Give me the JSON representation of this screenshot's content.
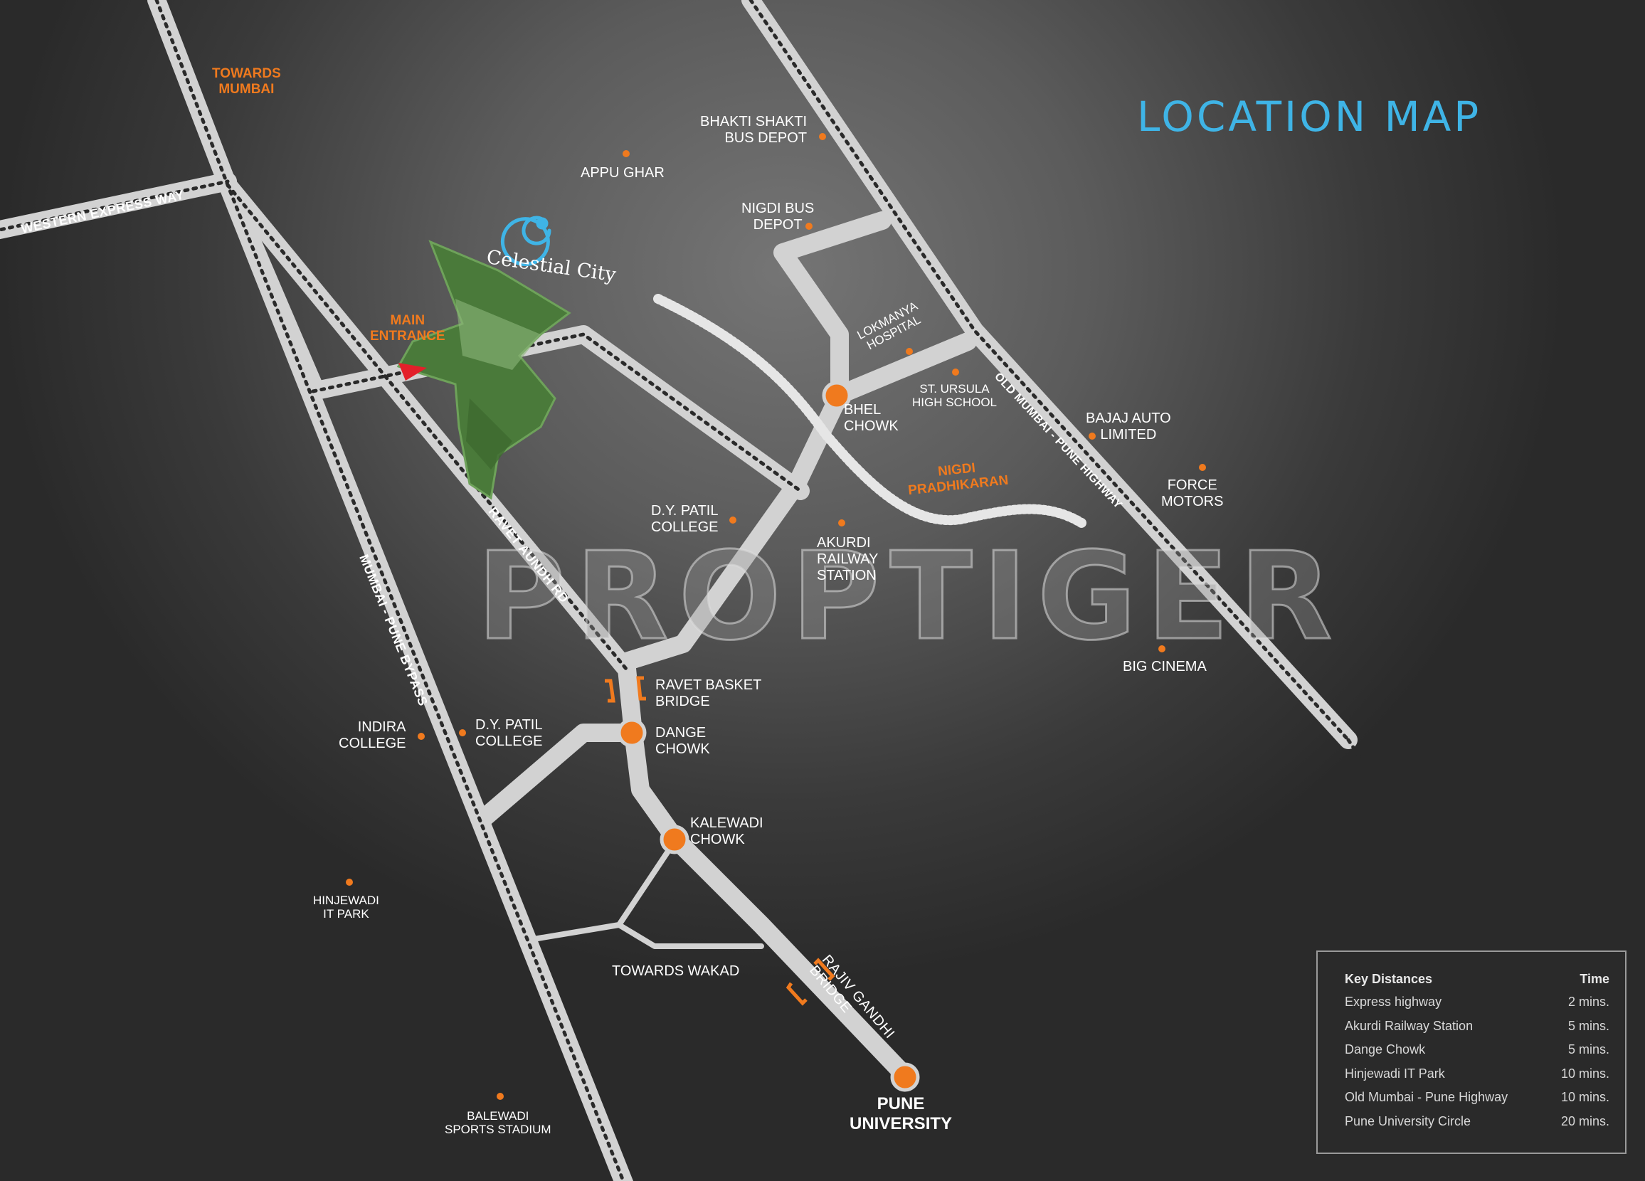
{
  "title": "LOCATION MAP",
  "watermark": "PROPTIGER",
  "project": {
    "name": "Celestial City"
  },
  "colors": {
    "title": "#3fb4e6",
    "accent": "#f07a1e",
    "road": "#d2d2d2",
    "entrance_marker": "#e3202a",
    "project_green": "#4a7a3a"
  },
  "labels": {
    "towards_mumbai": "TOWARDS\nMUMBAI",
    "main_entrance": "MAIN\nENTRANCE",
    "nigdi_pradhikaran": "NIGDI\nPRADHIKARAN",
    "appu_ghar": "APPU GHAR",
    "bhakti_shakti": "BHAKTI SHAKTI\nBUS DEPOT",
    "nigdi_bus": "NIGDI BUS\nDEPOT",
    "lokmanya": "LOKMANYA\nHOSPITAL",
    "st_ursula": "ST. URSULA\nHIGH SCHOOL",
    "bhel_chowk": "BHEL\nCHOWK",
    "bajaj": "BAJAJ AUTO\nLIMITED",
    "force": "FORCE\nMOTORS",
    "dy_patil_1": "D.Y. PATIL\nCOLLEGE",
    "akurdi": "AKURDI\nRAILWAY\nSTATION",
    "big_cinema": "BIG CINEMA",
    "ravet_bridge": "RAVET BASKET\nBRIDGE",
    "dange": "DANGE\nCHOWK",
    "indira": "INDIRA\nCOLLEGE",
    "dy_patil_2": "D.Y. PATIL\nCOLLEGE",
    "kalewadi": "KALEWADI\nCHOWK",
    "hinjewadi": "HINJEWADI\nIT PARK",
    "towards_wakad": "TOWARDS WAKAD",
    "balewadi": "BALEWADI\nSPORTS STADIUM",
    "pune_university": "PUNE\nUNIVERSITY"
  },
  "roads": {
    "western_express": "WESTERN EXPRESS WAY",
    "ravet_aundh": "RAVET  AUNDH RD",
    "mumbai_pune_bypass": "MUMBAI - PUNE BYPASS",
    "old_mumbai_pune": "OLD MUMBAI - PUNE HIGHWAY",
    "rajiv_gandhi": "RAJIV GANDHI\nBRIDGE"
  },
  "key_distances": {
    "header": "Key Distances",
    "time_header": "Time",
    "rows": [
      {
        "place": "Express highway",
        "time": "2 mins."
      },
      {
        "place": "Akurdi Railway Station",
        "time": "5 mins."
      },
      {
        "place": "Dange Chowk",
        "time": "5 mins."
      },
      {
        "place": "Hinjewadi IT Park",
        "time": "10 mins."
      },
      {
        "place": "Old Mumbai - Pune Highway",
        "time": "10 mins."
      },
      {
        "place": "Pune University Circle",
        "time": "20 mins."
      }
    ]
  }
}
